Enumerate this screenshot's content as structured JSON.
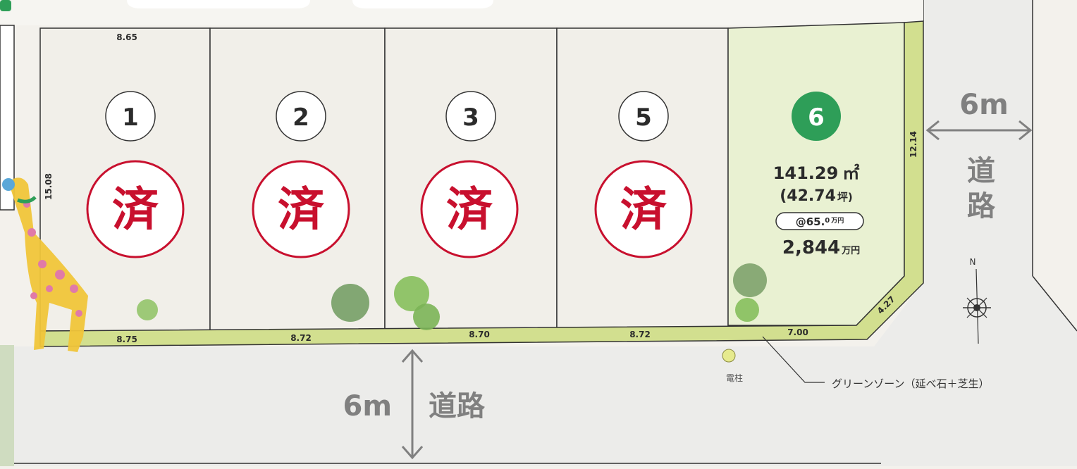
{
  "roads": {
    "bottom": {
      "width": "6m",
      "label": "道路"
    },
    "right": {
      "width": "6m",
      "label": "道路"
    }
  },
  "lots": [
    {
      "number": "1",
      "status": "済"
    },
    {
      "number": "2",
      "status": "済"
    },
    {
      "number": "3",
      "status": "済"
    },
    {
      "number": "5",
      "status": "済"
    },
    {
      "number": "6",
      "area_m2": "141.29",
      "area_m2_unit": "㎡",
      "area_tsubo": "(42.74",
      "area_tsubo_unit": "坪)",
      "unit_price": "@65.",
      "unit_price_decimal": "0",
      "unit_price_unit": "万円",
      "price": "2,844",
      "price_unit": "万円"
    }
  ],
  "dimensions": {
    "top_lot1": "8.65",
    "left_side": "15.08",
    "right_side": "12.14",
    "corner": "4.27",
    "frontages": [
      "8.75",
      "8.72",
      "8.70",
      "8.72",
      "7.00"
    ]
  },
  "utility_pole_label": "電柱",
  "green_zone_note": "グリーンゾーン（延べ石＋芝生）",
  "compass_label": "N",
  "colors": {
    "sold_red": "#c8102e",
    "available_green": "#2e9e58",
    "green_zone": "#d2df8f",
    "lot6_fill": "#e9f1d2",
    "road_gray": "#ececea"
  }
}
